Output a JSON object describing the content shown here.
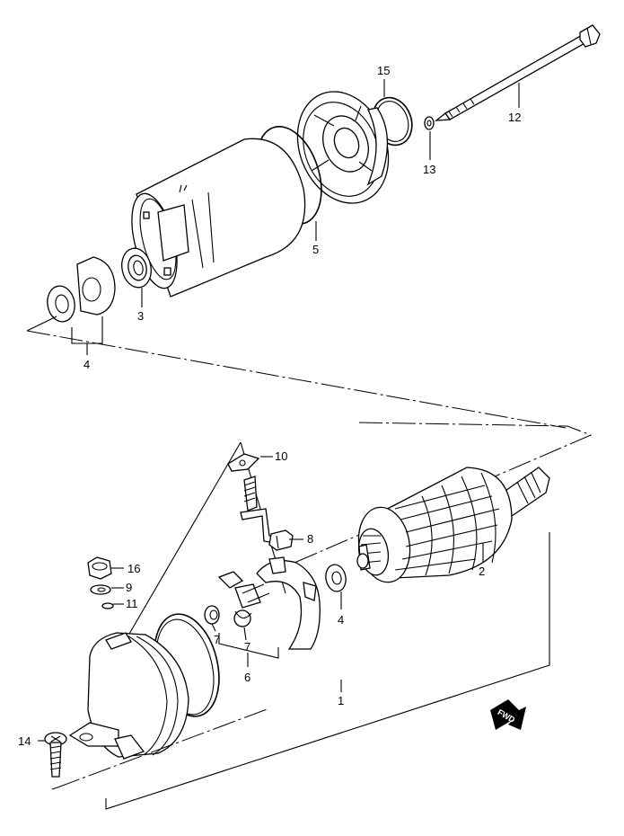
{
  "callouts": [
    {
      "id": "c15",
      "text": "15"
    },
    {
      "id": "c12",
      "text": "12"
    },
    {
      "id": "c13",
      "text": "13"
    },
    {
      "id": "c5",
      "text": "5"
    },
    {
      "id": "c3",
      "text": "3"
    },
    {
      "id": "c4a",
      "text": "4"
    },
    {
      "id": "c10",
      "text": "10"
    },
    {
      "id": "c8",
      "text": "8"
    },
    {
      "id": "c2",
      "text": "2"
    },
    {
      "id": "c16",
      "text": "16"
    },
    {
      "id": "c9",
      "text": "9"
    },
    {
      "id": "c11",
      "text": "11"
    },
    {
      "id": "c4b",
      "text": "4"
    },
    {
      "id": "c7a",
      "text": "7"
    },
    {
      "id": "c7b",
      "text": "7"
    },
    {
      "id": "c6",
      "text": "6"
    },
    {
      "id": "c1",
      "text": "1"
    },
    {
      "id": "c14",
      "text": "14"
    }
  ],
  "direction_marker": {
    "text": "FWD"
  }
}
